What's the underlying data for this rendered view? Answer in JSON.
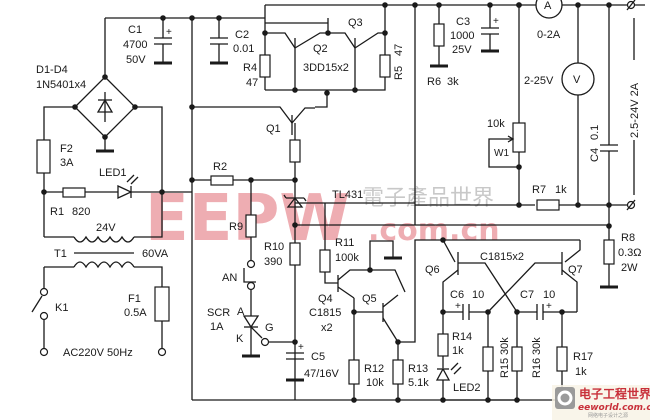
{
  "diagram": {
    "title": "Adjustable regulated DC power supply 2.5-24V 2A",
    "components": {
      "bridge": {
        "ref": "D1-D4",
        "value": "1N5401x4"
      },
      "c1": {
        "ref": "C1",
        "value": "4700",
        "rating": "50V"
      },
      "c2": {
        "ref": "C2",
        "value": "0.01"
      },
      "q2q3": {
        "ref_a": "Q2",
        "ref_b": "Q3",
        "value": "3DD15x2"
      },
      "r4": {
        "ref": "R4",
        "value": "47"
      },
      "r5": {
        "ref": "R5",
        "value": "47"
      },
      "c3": {
        "ref": "C3",
        "value": "1000",
        "rating": "25V"
      },
      "r6": {
        "ref": "R6",
        "value": "3k"
      },
      "ammeter": {
        "symbol": "A",
        "range": "0-2A"
      },
      "voltmeter": {
        "symbol": "V",
        "range": "2-25V"
      },
      "output": {
        "label": "2.5-24V  2A"
      },
      "f2": {
        "ref": "F2",
        "value": "3A"
      },
      "led1": {
        "ref": "LED1"
      },
      "r1": {
        "ref": "R1",
        "value": "820"
      },
      "t1": {
        "ref": "T1",
        "secondary": "24V",
        "rating": "60VA"
      },
      "q1": {
        "ref": "Q1"
      },
      "r2": {
        "ref": "R2"
      },
      "r9": {
        "ref": "R9"
      },
      "tl431": {
        "ref": "TL431"
      },
      "w1": {
        "ref": "W1",
        "value": "10k"
      },
      "c4": {
        "ref": "C4",
        "value": "0.1"
      },
      "r7": {
        "ref": "R7",
        "value": "1k"
      },
      "r8": {
        "ref": "R8",
        "value": "0.3Ω",
        "rating": "2W"
      },
      "r10": {
        "ref": "R10",
        "value": "390"
      },
      "r11": {
        "ref": "R11",
        "value": "100k"
      },
      "an": {
        "ref": "AN"
      },
      "scr": {
        "ref": "SCR",
        "value": "1A",
        "pin_a": "A",
        "pin_k": "K",
        "pin_g": "G"
      },
      "q4q5": {
        "ref_a": "Q4",
        "ref_b": "Q5",
        "value": "C1815",
        "count": "x2"
      },
      "c5": {
        "ref": "C5",
        "value": "47/16V"
      },
      "r12": {
        "ref": "R12",
        "value": "10k"
      },
      "r13": {
        "ref": "R13",
        "value": "5.1k"
      },
      "q6q7": {
        "ref_a": "Q6",
        "ref_b": "Q7",
        "value": "C1815x2"
      },
      "c6": {
        "ref": "C6",
        "value": "10"
      },
      "c7": {
        "ref": "C7",
        "value": "10"
      },
      "r14": {
        "ref": "R14",
        "value": "1k"
      },
      "r15": {
        "ref": "R15",
        "value": "30k"
      },
      "r16": {
        "ref": "R16",
        "value": "30k"
      },
      "r17": {
        "ref": "R17",
        "value": "1k"
      },
      "led2": {
        "ref": "LED2"
      },
      "k1": {
        "ref": "K1"
      },
      "f1": {
        "ref": "F1",
        "value": "0.5A"
      },
      "mains": {
        "label": "AC220V  50Hz"
      }
    },
    "watermarks": {
      "eepw_logo": "EEPW",
      "eepw_domain": ".com.cn",
      "eepw_cn": "電子產品世界",
      "eeworld_cn": "电子工程世界",
      "eeworld_en": "eeworld.com.cn",
      "eeworld_sub": "网络电子设计之源"
    }
  }
}
